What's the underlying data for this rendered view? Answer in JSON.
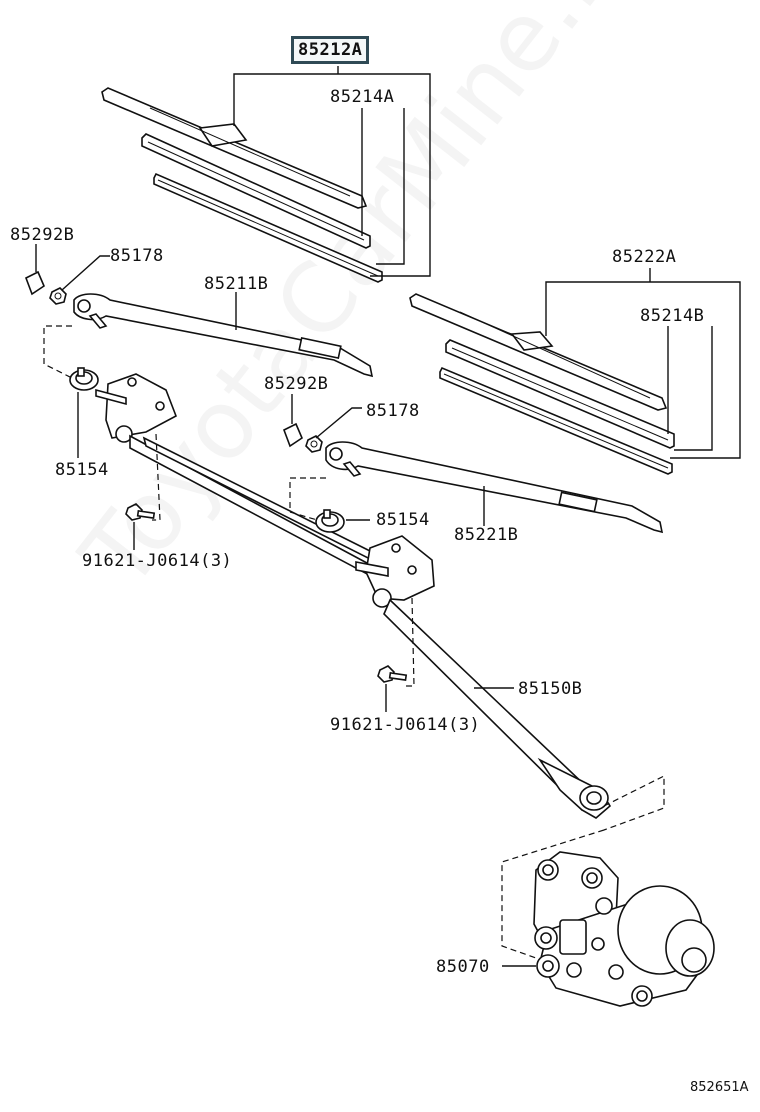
{
  "diagram": {
    "selected_part": "85212A",
    "labels": {
      "p85212A": "85212A",
      "p85214A": "85214A",
      "p85292B_1": "85292B",
      "p85178_1": "85178",
      "p85211B": "85211B",
      "p85222A": "85222A",
      "p85214B": "85214B",
      "p85292B_2": "85292B",
      "p85178_2": "85178",
      "p85154_1": "85154",
      "p85154_2": "85154",
      "p85221B": "85221B",
      "p91621_1": "91621-J0614(3)",
      "p91621_2": "91621-J0614(3)",
      "p85150B": "85150B",
      "p85070": "85070"
    },
    "watermark": "ToyotaCarMine.ru",
    "figure_code": "852651A"
  }
}
